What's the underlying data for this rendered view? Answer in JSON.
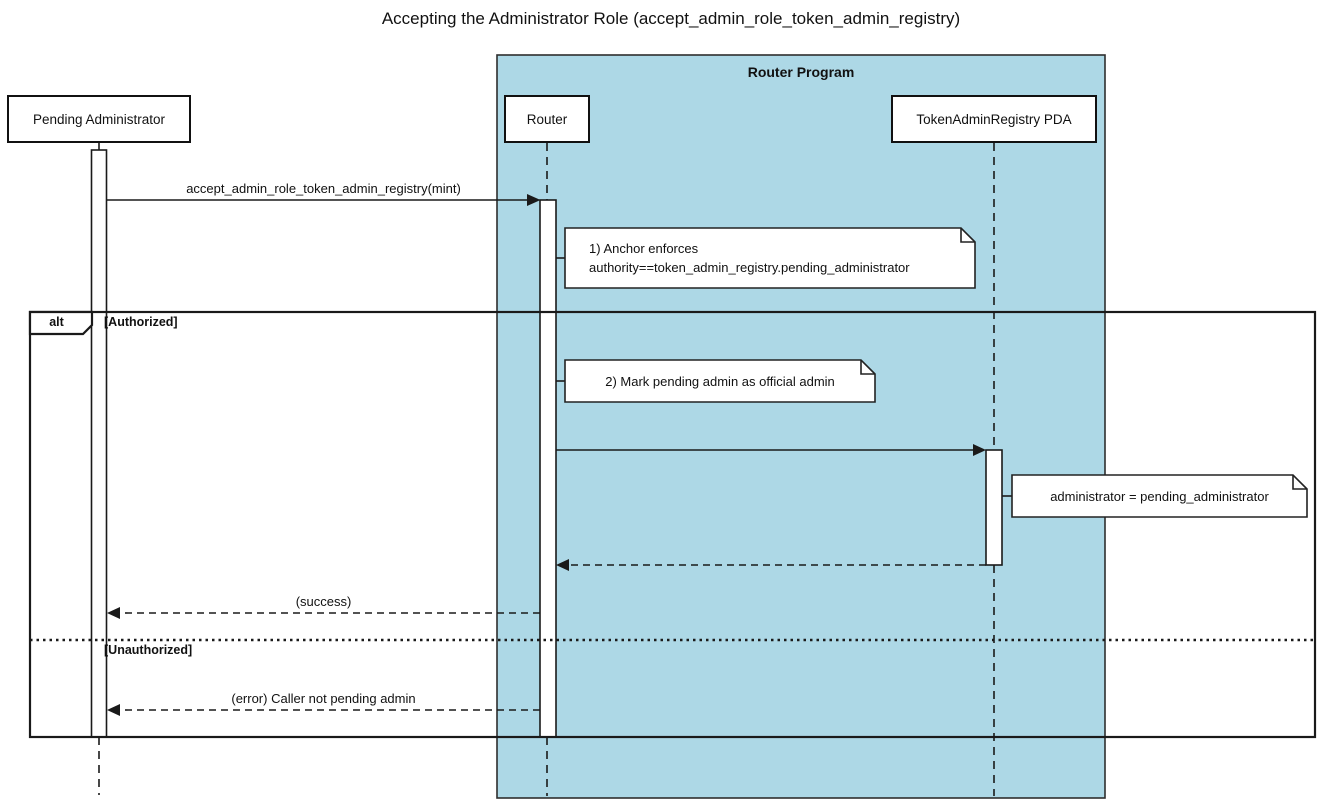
{
  "diagram": {
    "title": "Accepting the Administrator Role (accept_admin_role_token_admin_registry)"
  },
  "container": {
    "title": "Router Program"
  },
  "participants": [
    {
      "id": "pending-administrator",
      "label": "Pending Administrator"
    },
    {
      "id": "router",
      "label": "Router"
    },
    {
      "id": "token-admin-registry-pda",
      "label": "TokenAdminRegistry PDA"
    }
  ],
  "alt_frame": {
    "operator": "alt",
    "authorized_guard": "[Authorized]",
    "unauthorized_guard": "[Unauthorized]"
  },
  "messages": [
    {
      "label": "accept_admin_role_token_admin_registry(mint)",
      "from": "Pending Administrator",
      "to": "Router",
      "line": "solid"
    },
    {
      "label": "",
      "from": "Router",
      "to": "TokenAdminRegistry PDA",
      "line": "solid"
    },
    {
      "label": "",
      "from": "TokenAdminRegistry PDA",
      "to": "Router",
      "line": "dashed"
    },
    {
      "label": "(success)",
      "from": "Router",
      "to": "Pending Administrator",
      "line": "dashed"
    },
    {
      "label": "(error) Caller not pending admin",
      "from": "Router",
      "to": "Pending Administrator",
      "line": "dashed"
    }
  ],
  "notes": [
    {
      "lines": [
        "1) Anchor enforces",
        "authority==token_admin_registry.pending_administrator"
      ]
    },
    {
      "lines": [
        "2) Mark pending admin as official admin"
      ]
    },
    {
      "lines": [
        "administrator = pending_administrator"
      ]
    }
  ],
  "colors": {
    "container_fill": "#add8e6",
    "stroke": "#1a1a1a",
    "note_fill": "#ffffff",
    "background": "#ffffff"
  }
}
